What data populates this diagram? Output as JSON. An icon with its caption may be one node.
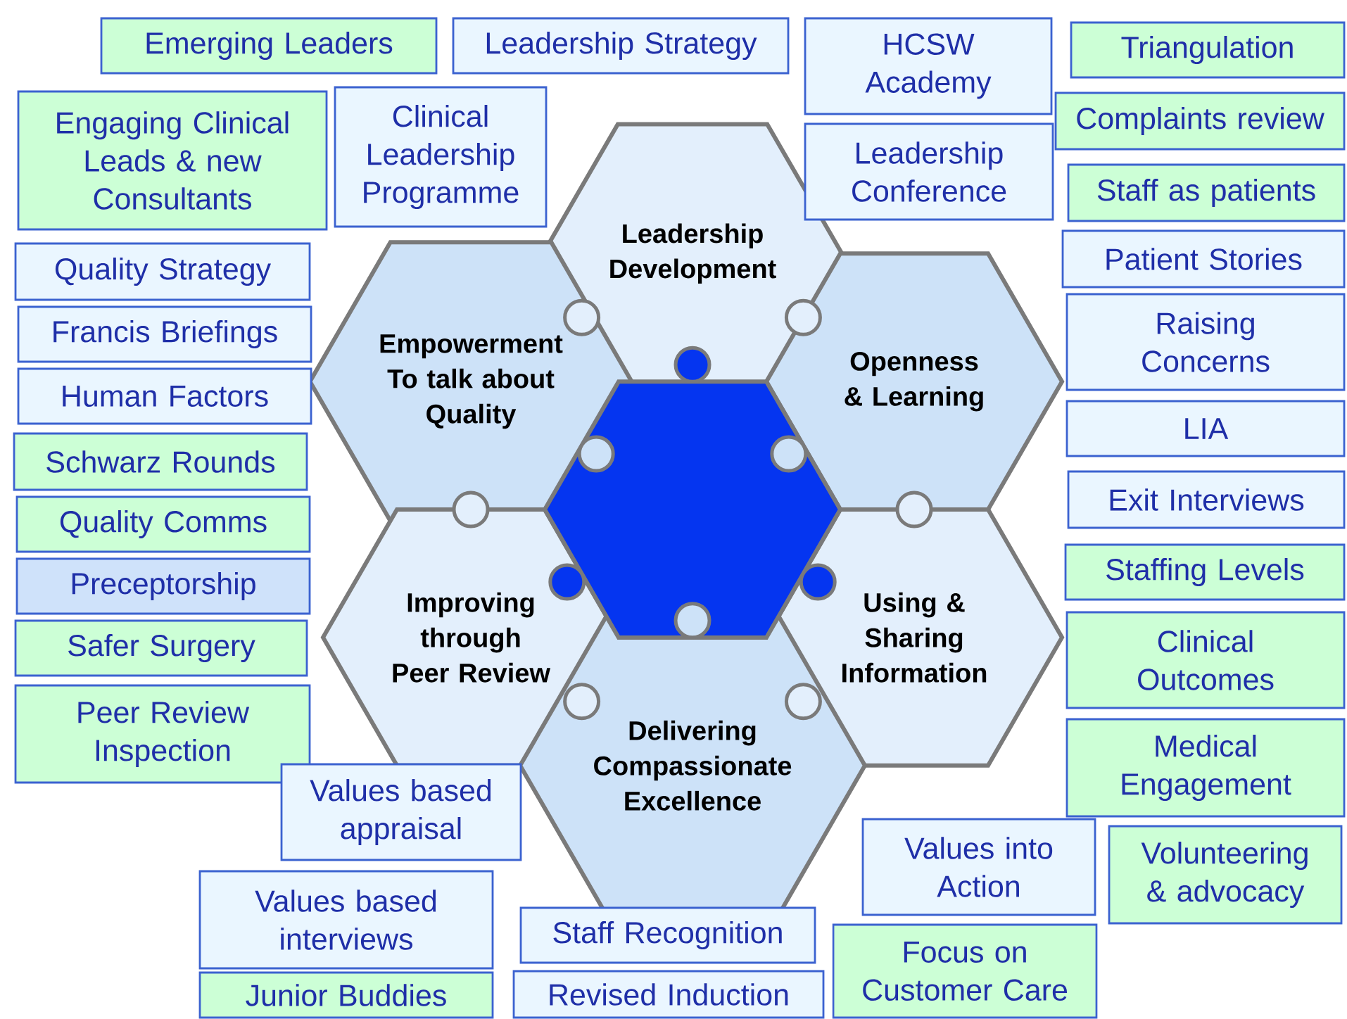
{
  "diagram": {
    "nodes": [
      {
        "text": [
          "Emerging Leaders"
        ]
      },
      {
        "text": [
          "Leadership Strategy"
        ]
      },
      {
        "text": [
          "HCSW Academy"
        ]
      },
      {
        "text": [
          "Triangulation"
        ]
      },
      {
        "text": [
          "Engaging Clinical Leads & new Consultants"
        ]
      },
      {
        "text": [
          "Clinical Leadership Programme"
        ]
      },
      {
        "text": [
          "Leadership Conference"
        ]
      },
      {
        "text": [
          "Complaints review"
        ]
      },
      {
        "text": [
          "Staff as patients"
        ]
      },
      {
        "text": [
          "Quality Strategy"
        ]
      },
      {
        "text": [
          "Francis Briefings"
        ]
      },
      {
        "text": [
          "Patient Stories"
        ]
      },
      {
        "text": [
          "Human Factors"
        ]
      },
      {
        "text": [
          "Raising Concerns"
        ]
      },
      {
        "text": [
          "Schwarz Rounds"
        ]
      },
      {
        "text": [
          "LIA"
        ]
      },
      {
        "text": [
          "Quality Comms"
        ]
      },
      {
        "text": [
          "Exit Interviews"
        ]
      },
      {
        "text": [
          "Preceptorship"
        ]
      },
      {
        "text": [
          "Staffing Levels"
        ]
      },
      {
        "text": [
          "Safer Surgery"
        ]
      },
      {
        "text": [
          "Clinical Outcomes"
        ]
      },
      {
        "text": [
          "Peer Review Inspection"
        ]
      },
      {
        "text": [
          "Values based appraisal"
        ]
      },
      {
        "text": [
          "Medical Engagement"
        ]
      },
      {
        "text": [
          "Values into Action"
        ]
      },
      {
        "text": [
          "Volunteering & advocacy"
        ]
      },
      {
        "text": [
          "Values based interviews"
        ]
      },
      {
        "text": [
          "Staff Recognition"
        ]
      },
      {
        "text": [
          "Focus on Customer Care"
        ]
      },
      {
        "text": [
          "Junior Buddies"
        ]
      },
      {
        "text": [
          "Revised Induction"
        ]
      },
      {
        "text": [
          "Leadership Development"
        ]
      },
      {
        "text": [
          "Empowerment To talk about Quality"
        ]
      },
      {
        "text": [
          "Openness & Learning"
        ]
      },
      {
        "text": [
          "Improving through Peer Review"
        ]
      },
      {
        "text": [
          "Using & Sharing Information"
        ]
      },
      {
        "text": [
          "Delivering Compassionate Excellence"
        ]
      },
      {
        "text": [],
        "shape": "hexagon"
      }
    ]
  }
}
